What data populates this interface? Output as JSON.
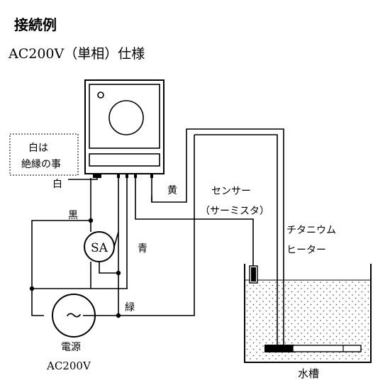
{
  "heading": "接続例",
  "subheading": "AC200V（単相）仕様",
  "note_line1": "白は",
  "note_line2": "絶縁の事",
  "label_white": "白",
  "label_black": "黒",
  "label_blue": "青",
  "label_green": "緑",
  "label_yellow": "黄",
  "sensor_line1": "センサー",
  "sensor_line2": "（サーミスタ）",
  "heater_line1": "チタニウム",
  "heater_line2": "ヒーター",
  "sa_label": "SA",
  "ac_symbol": "～",
  "power_line1": "電源",
  "power_line2": "AC200V",
  "tank_label": "水槽",
  "colors": {
    "line": "#000000",
    "background": "#ffffff"
  }
}
